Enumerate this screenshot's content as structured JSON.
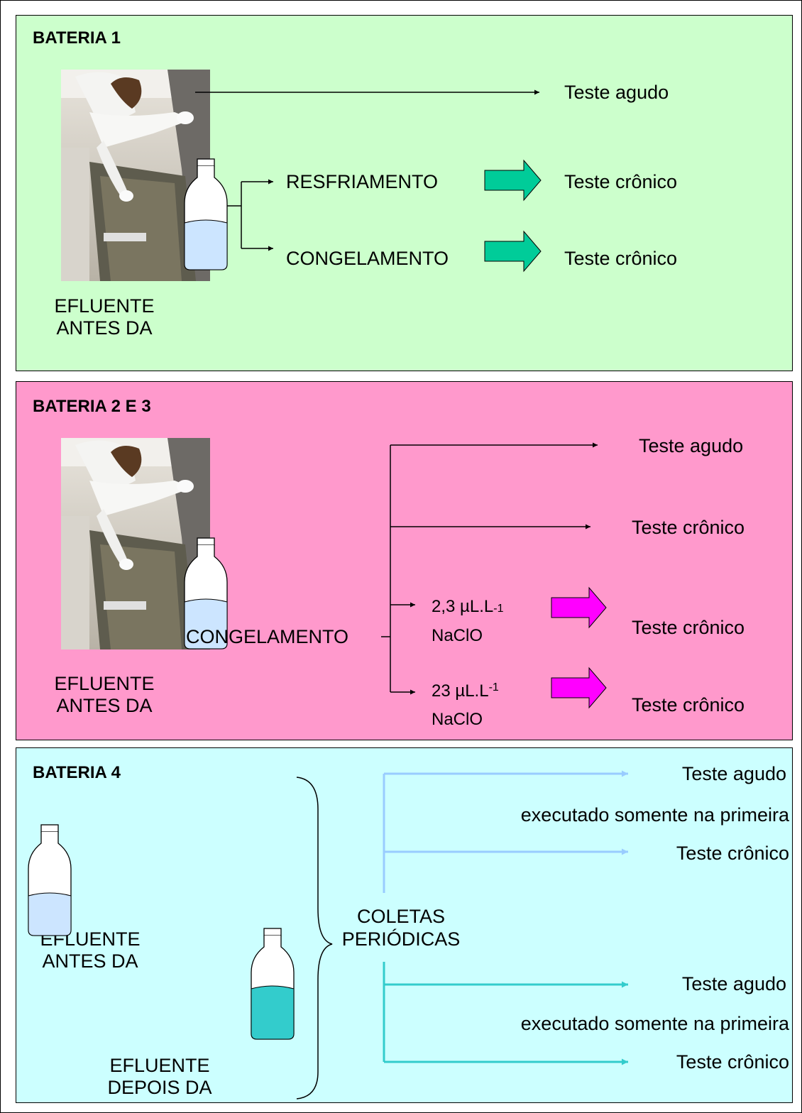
{
  "colors": {
    "bateria1_bg": "#ccffcc",
    "bateria23_bg": "#ff99cc",
    "bateria4_bg": "#ccffff",
    "arrow_teal": "#00cc99",
    "arrow_magenta": "#ff00ff",
    "arrow_light_blue": "#99ccff",
    "arrow_teal_dark": "#33cccc",
    "bottle_liquid_light": "#cce5ff",
    "bottle_liquid_teal": "#33cccc"
  },
  "icons": [
    "bottle-icon",
    "block-arrow-icon",
    "arrow-icon",
    "brace-icon"
  ],
  "bateria1": {
    "title": "BATERIA 1",
    "photo_label_1": "EFLUENTE",
    "photo_label_2": "ANTES DA",
    "branch_resfriamento": "RESFRIAMENTO",
    "branch_congelamento": "CONGELAMENTO",
    "teste_agudo": "Teste agudo",
    "teste_cronico_1": "Teste crônico",
    "teste_cronico_2": "Teste crônico"
  },
  "bateria23": {
    "title": "BATERIA 2 E 3",
    "photo_label_1": "EFLUENTE",
    "photo_label_2": "ANTES DA",
    "congelamento": "CONGELAMENTO",
    "teste_agudo": "Teste agudo",
    "teste_cronico_1": "Teste crônico",
    "dose1_value": "2,3 µL.L",
    "dose1_exp": "-1",
    "dose1_unit": "NaClO",
    "teste_cronico_2": "Teste crônico",
    "dose2_value": "23 µL.L",
    "dose2_exp": "-1",
    "dose2_unit": "NaClO",
    "teste_cronico_3": "Teste crônico"
  },
  "bateria4": {
    "title": "BATERIA 4",
    "antes_label_1": "EFLUENTE",
    "antes_label_2": "ANTES DA",
    "depois_label_1": "EFLUENTE",
    "depois_label_2": "DEPOIS DA",
    "coletas_1": "COLETAS",
    "coletas_2": "PERIÓDICAS",
    "teste_agudo_1": "Teste agudo",
    "nota_1": "executado somente na primeira",
    "teste_cronico_1": "Teste crônico",
    "teste_agudo_2": "Teste agudo",
    "nota_2": "executado somente na primeira",
    "teste_cronico_2": "Teste crônico"
  }
}
